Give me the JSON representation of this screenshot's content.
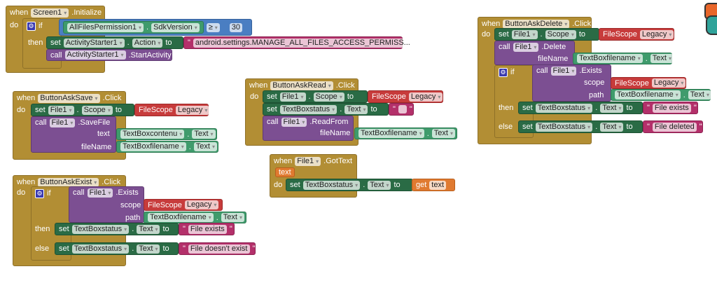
{
  "labels": {
    "when": "when",
    "do": "do",
    "if": "if",
    "then": "then",
    "else": "else",
    "set": "set",
    "to": "to",
    "call": "call",
    "get": "get",
    "dot": ".",
    "quote": "\""
  },
  "init": {
    "component": "Screen1",
    "event": ".Initialize",
    "cond_component": "AllFilesPermission1",
    "cond_prop": "SdkVersion",
    "op": "≥",
    "value": "30",
    "set_component": "ActivityStarter1",
    "set_prop": "Action",
    "set_value": "android.settings.MANAGE_ALL_FILES_ACCESS_PERMISS...",
    "call_component": "ActivityStarter1",
    "call_method": ".StartActivity"
  },
  "save": {
    "component": "ButtonAskSave",
    "event": ".Click",
    "file": "File1",
    "scope_prop": "Scope",
    "scope_enum": "FileScope",
    "scope_value": "Legacy",
    "method": ".SaveFile",
    "arg1": "text",
    "arg1_comp": "TextBoxcontenu",
    "arg2": "fileName",
    "arg2_comp": "TextBoxfilename",
    "prop": "Text"
  },
  "exist": {
    "component": "ButtonAskExist",
    "event": ".Click",
    "file": "File1",
    "method": ".Exists",
    "scope_label": "scope",
    "scope_enum": "FileScope",
    "scope_value": "Legacy",
    "path_label": "path",
    "path_comp": "TextBoxfilename",
    "prop": "Text",
    "status_comp": "TextBoxstatus",
    "then_text": "File exists",
    "else_text": "File doesn't exist"
  },
  "read": {
    "component": "ButtonAskRead",
    "event": ".Click",
    "file": "File1",
    "scope_prop": "Scope",
    "scope_enum": "FileScope",
    "scope_value": "Legacy",
    "status_comp": "TextBoxstatus",
    "prop": "Text",
    "empty_text": "",
    "method": ".ReadFrom",
    "arg": "fileName",
    "arg_comp": "TextBoxfilename"
  },
  "gottext": {
    "component": "File1",
    "event": ".GotText",
    "param": "text",
    "status_comp": "TextBoxstatus",
    "prop": "Text",
    "get_var": "text"
  },
  "del": {
    "component": "ButtonAskDelete",
    "event": ".Click",
    "file": "File1",
    "scope_prop": "Scope",
    "scope_enum": "FileScope",
    "scope_value": "Legacy",
    "method": ".Delete",
    "arg": "fileName",
    "arg_comp": "TextBoxfilename",
    "prop": "Text",
    "exists_method": ".Exists",
    "scope_label": "scope",
    "path_label": "path",
    "status_comp": "TextBoxstatus",
    "then_text": "File exists",
    "else_text": "File deleted"
  },
  "colors": {
    "event": "#b28e34",
    "setter": "#2a6b45",
    "getter": "#3f9b6c",
    "call": "#7c4f92",
    "text": "#b3306a",
    "enum": "#c73b3b",
    "math": "#4a7ec2",
    "variable": "#e07a30"
  }
}
